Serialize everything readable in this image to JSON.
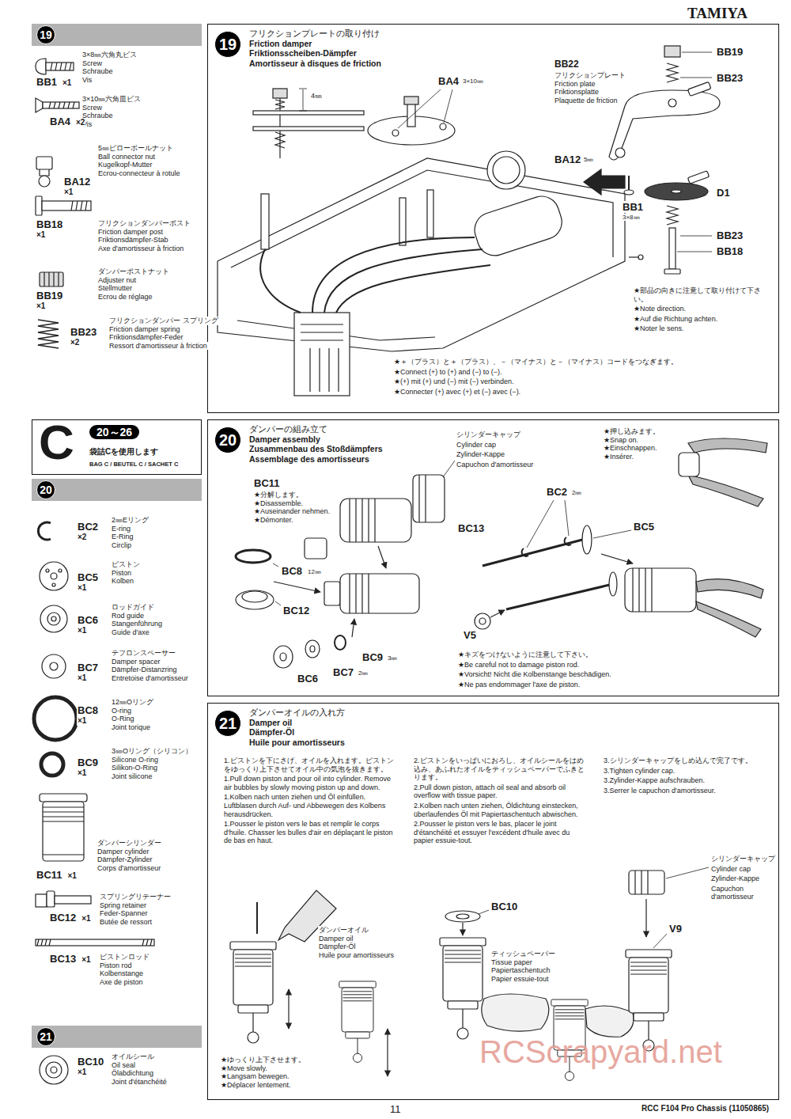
{
  "diagram": {
    "nodes": [
      {
        "text": [
          "19"
        ]
      },
      {
        "text": [
          "C",
          "20～26",
          "袋詰Cを使用します",
          "BAG C / BEUTEL C / SACHET C"
        ]
      },
      {
        "text": [
          "20"
        ]
      },
      {
        "text": [
          "21"
        ]
      },
      {
        "text": [
          "19",
          "フリクションプレートの取り付け",
          "Friction damper",
          "Friktionsscheiben-Dämpfer",
          "Amortisseur à disques de friction"
        ]
      },
      {
        "text": [
          "20",
          "ダンパーの組み立て",
          "Damper assembly",
          "Zusammenbau des Stoßdämpfers",
          "Assemblage des amortisseurs"
        ]
      },
      {
        "text": [
          "21",
          "ダンパーオイルの入れ方",
          "Damper oil",
          "Dämpfer-Öl",
          "Huile pour amortisseurs"
        ]
      }
    ],
    "labels": [
      "TAMIYA",
      "3×8㎜六角丸ビス",
      "Screw",
      "Schraube",
      "Vis",
      "BB1",
      "×1",
      "3×10㎜六角皿ビス",
      "Screw",
      "Schraube",
      "Vis",
      "BA4",
      "×2",
      "5㎜ピローボールナット",
      "Ball connector nut",
      "Kugelkopf-Mutter",
      "Ecrou-connecteur à rotule",
      "BA12",
      "×1",
      "フリクションダンパーポスト",
      "Friction damper post",
      "Friktionsdämpfer-Stab",
      "Axe d'amortisseur à friction",
      "BB18",
      "×1",
      "ダンパーポストナット",
      "Adjuster nut",
      "Stellmutter",
      "Ecrou de réglage",
      "BB19",
      "×1",
      "フリクションダンパー スプリング",
      "Friction damper spring",
      "Friktionsdämpfer-Feder",
      "Ressort d'amortisseur à friction",
      "BB23",
      "×2",
      "2㎜Eリング",
      "E-ring",
      "E-Ring",
      "Circlip",
      "BC2",
      "×2",
      "ピストン",
      "Piston",
      "Kolben",
      "BC5",
      "×1",
      "ロッドガイド",
      "Rod guide",
      "Stangenführung",
      "Guide d'axe",
      "BC6",
      "×1",
      "テフロンスペーサー",
      "Damper spacer",
      "Dämpfer-Distanzring",
      "Entretoise d'amortisseur",
      "BC7",
      "×1",
      "12㎜Oリング",
      "O-ring",
      "O-Ring",
      "Joint torique",
      "BC8",
      "×1",
      "3㎜Oリング（シリコン）",
      "Silicone O-ring",
      "Silikon-O-Ring",
      "Joint silicone",
      "BC9",
      "×1",
      "ダンパーシリンダー",
      "Damper cylinder",
      "Dämpfer-Zylinder",
      "Corps d'amortisseur",
      "BC11",
      "×1",
      "スプリングリテーナー",
      "Spring retainer",
      "Feder-Spanner",
      "Butée de ressort",
      "BC12",
      "×1",
      "ピストンロッド",
      "Piston rod",
      "Kolbenstange",
      "Axe de piston",
      "BC13",
      "×1",
      "オイルシール",
      "Oil seal",
      "Ölabdichtung",
      "Joint d'étanchéité",
      "BC10",
      "×1",
      "4㎜",
      "BA4",
      "3×10㎜",
      "BB22",
      "フリクションプレート",
      "Friction plate",
      "Friktionsplatte",
      "Plaquette de friction",
      "BB19",
      "BB23",
      "BA12",
      "5㎜",
      "D1",
      "BB1",
      "3×8㎜",
      "BB23",
      "BB18",
      "★部品の向きに注意して取り付けて下さい。",
      "★Note direction.",
      "★Auf die Richtung achten.",
      "★Noter le sens.",
      "★＋（プラス）と＋（プラス）、－（マイナス）と－（マイナス）コードをつなぎます。",
      "★Connect (+) to (+) and (−) to (−).",
      "★(+) mit (+) und (−) mit (−) verbinden.",
      "★Connecter (+) avec (+) et (−) avec (−).",
      "BC11",
      "★分解します。",
      "★Disassemble.",
      "★Auseinander nehmen.",
      "★Démonter.",
      "シリンダーキャップ",
      "Cylinder cap",
      "Zylinder-Kappe",
      "Capuchon d'amortisseur",
      "BC2",
      "2㎜",
      "★押し込みます。",
      "★Snap on.",
      "★Einschnappen.",
      "★Insérer.",
      "BC13",
      "BC5",
      "BC8",
      "12㎜",
      "BC12",
      "BC9",
      "3㎜",
      "BC6",
      "BC7",
      "2㎜",
      "V5",
      "★キズをつけないように注意して下さい。",
      "★Be careful not to damage piston rod.",
      "★Vorsicht! Nicht die Kolbenstange beschädigen.",
      "★Ne pas endommager l'axe de piston.",
      "1.ピストンを下にさげ、オイルを入れます。ピストンをゆっくり上下させてオイル中の気泡を抜きます。",
      "1.Pull down piston and pour oil into cylinder. Remove air bubbles by slowly moving piston up and down.",
      "1.Kolben nach unten ziehen und Öl einfüllen. Luftblasen durch Auf- und Abbewegen des Kolbens herausdrücken.",
      "1.Pousser le piston vers le bas et remplir le corps d'huile. Chasser les bulles d'air en déplaçant le piston de bas en haut.",
      "2.ピストンをいっぱいにおろし、オイルシールをはめ込み、あふれたオイルをティッシュペーパーでふきとります。",
      "2.Pull down piston, attach oil seal and absorb oil overflow with tissue paper.",
      "2.Kolben nach unten ziehen, Öldichtung einstecken, überlaufendes Öl mit Papiertaschentuch abwischen.",
      "2.Pousser le piston vers le bas, placer le joint d'étanchéité et essuyer l'excédent d'huile avec du papier essuie-tout.",
      "3.シリンダーキャップをしめ込んで完了です。",
      "3.Tighten cylinder cap.",
      "3.Zylinder-Kappe aufschrauben.",
      "3.Serrer le capuchon d'amortisseur.",
      "ダンパーオイル",
      "Damper oil",
      "Dämpfer-Öl",
      "Huile pour amortisseurs",
      "BC10",
      "ティッシュペーパー",
      "Tissue paper",
      "Papiertaschentuch",
      "Papier essuie-tout",
      "シリンダーキャップ",
      "Cylinder cap",
      "Zylinder-Kappe",
      "Capuchon d'amortisseur",
      "V9",
      "★ゆっくり上下させます。",
      "★Move slowly.",
      "★Langsam bewegen.",
      "★Déplacer lentement.",
      "11",
      "RCC F104 Pro Chassis (11050865)",
      "RCScrapyard.net"
    ]
  }
}
